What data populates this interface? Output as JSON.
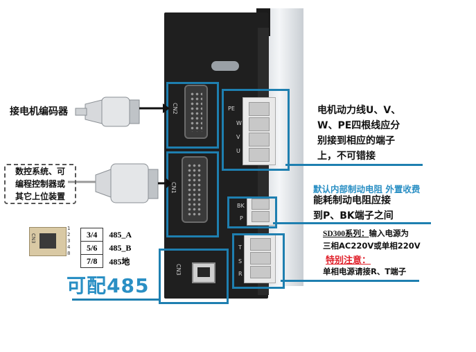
{
  "left_labels": {
    "encoder": "接电机编码器",
    "controller_line1": "数控系统、可",
    "controller_line2": "编程控制器或",
    "controller_line3": "其它上位装置",
    "rs485_callout": "可配485"
  },
  "ports": {
    "cn2": "CN2",
    "cn1": "CN1",
    "cn3": "CN3"
  },
  "rj45_legend": {
    "label": "CN3",
    "pin_markers": [
      "1",
      "2",
      "3",
      "4",
      "8"
    ],
    "rows": [
      {
        "pins": "3/4",
        "signal": "485_A"
      },
      {
        "pins": "5/6",
        "signal": "485_B"
      },
      {
        "pins": "7/8",
        "signal": "485地"
      }
    ]
  },
  "terminals": {
    "motor": [
      "PE",
      "W",
      "V",
      "U"
    ],
    "brake": [
      "BK",
      "P"
    ],
    "power": [
      "T",
      "S",
      "R"
    ]
  },
  "right_notes": {
    "motor_line1": "电机动力线U、V、",
    "motor_line2": "W、PE四根线应分",
    "motor_line3": "别接到相应的端子",
    "motor_line4": "上，不可错接",
    "brake_default": "默认内部制动电阻 外置收费",
    "brake_line1": "能耗制动电阻应接",
    "brake_line2": "到P、BK端子之间",
    "power_title": "SD300系列：",
    "power_rest": "输入电源为",
    "power_line2": "三相AC220V或单相220V",
    "attention": "特别注意：",
    "single_phase": "单相电源请接R、T端子"
  },
  "colors": {
    "callout_blue": "#1e7fb0",
    "accent_red": "#e0202a",
    "rs485_blue": "#2a8fc4"
  }
}
